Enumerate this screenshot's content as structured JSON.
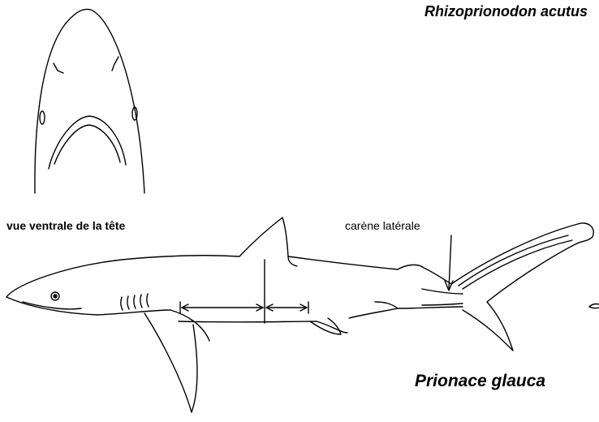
{
  "labels": {
    "species_top": "Rhizoprionodon acutus",
    "species_bottom": "Prionace glauca",
    "ventral_view": "vue ventrale de la tête",
    "lateral_keel": "carène latérale"
  },
  "colors": {
    "line": "#000000",
    "background": "#ffffff"
  }
}
